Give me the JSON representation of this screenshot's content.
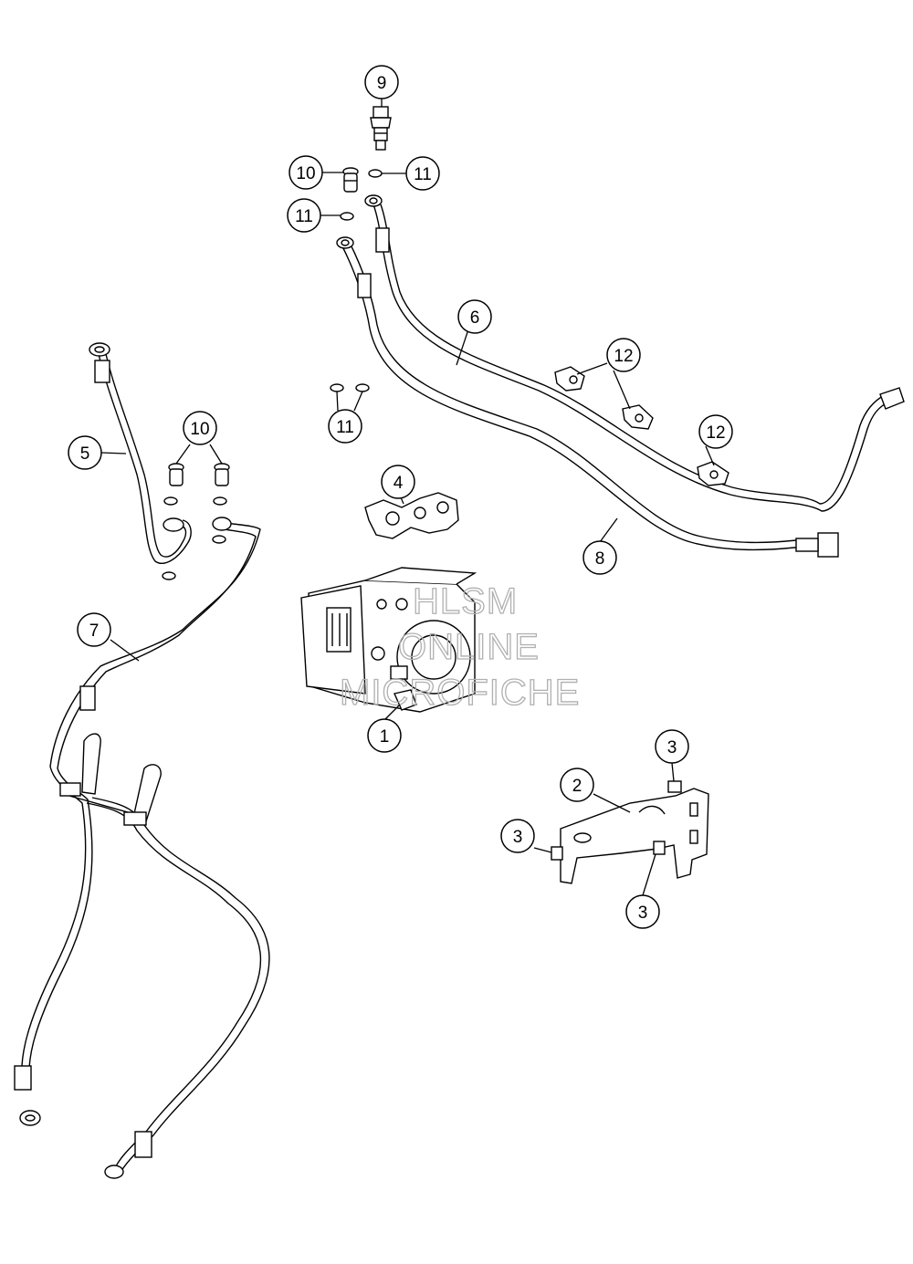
{
  "watermark": {
    "line1": "HLSM",
    "line2": "ONLINE",
    "line3": "MICROFICHE"
  },
  "callouts": {
    "c1": "1",
    "c2": "2",
    "c3a": "3",
    "c3b": "3",
    "c3c": "3",
    "c4": "4",
    "c5": "5",
    "c6": "6",
    "c7": "7",
    "c8": "8",
    "c9": "9",
    "c10a": "10",
    "c10b": "10",
    "c11a": "11",
    "c11b": "11",
    "c11c": "11",
    "c12a": "12",
    "c12b": "12"
  },
  "colors": {
    "line": "#000000",
    "watermark": "#b0b0b0",
    "background": "#ffffff"
  }
}
